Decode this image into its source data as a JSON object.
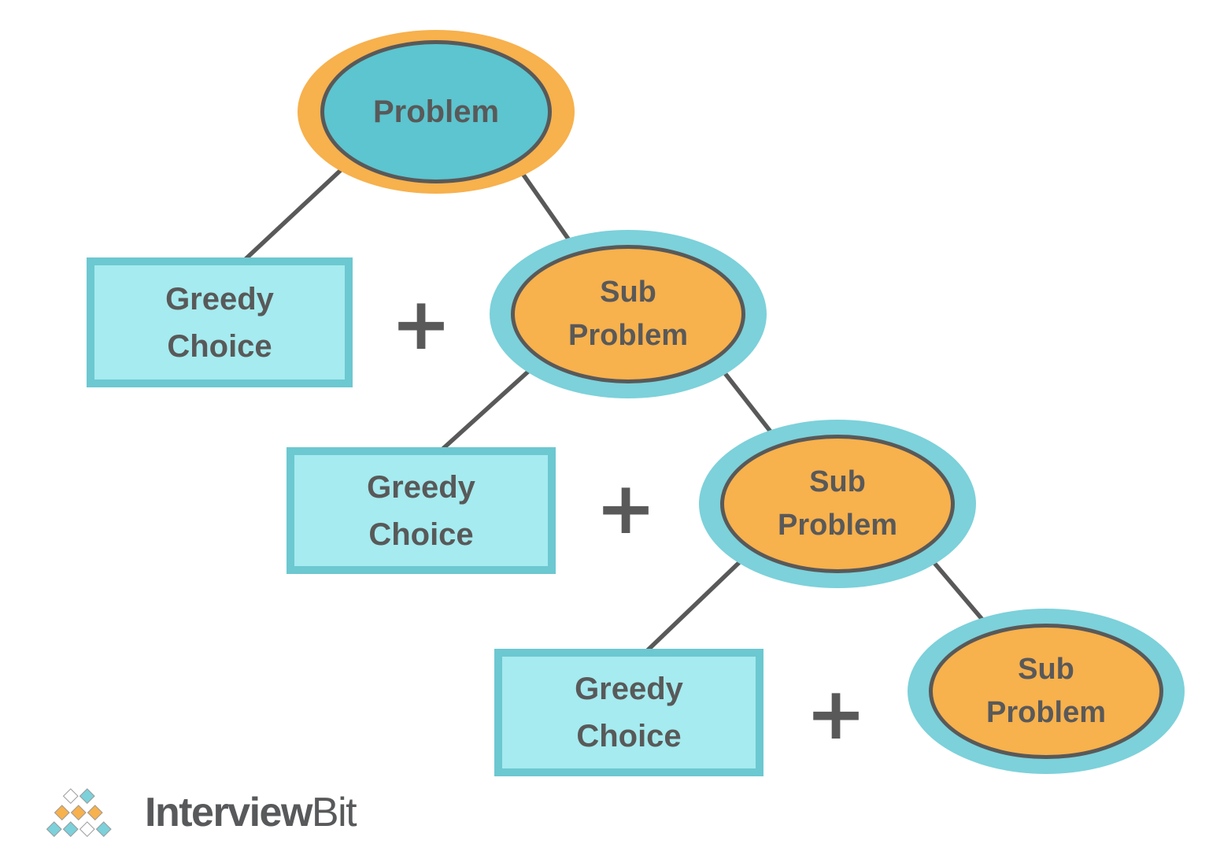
{
  "theme": {
    "orange": "#F7B14D",
    "teal_ring": "#7CD1DA",
    "teal_fill": "#5CC5CF",
    "cyan_fill": "#A5EBEF",
    "cyan_border": "#6CC8D1",
    "ink": "#595959",
    "logo_text": "#58595B",
    "diamond_outline": "#9B9B9B",
    "background": "#FFFFFF"
  },
  "diagram": {
    "nodes": {
      "problem": {
        "label": "Problem",
        "shape": "ellipse",
        "style": "teal-fill-orange-ring"
      },
      "greedy1": {
        "label": "Greedy\nChoice",
        "shape": "rect",
        "style": "cyan"
      },
      "sub1": {
        "label": "Sub\nProblem",
        "shape": "ellipse",
        "style": "orange-fill-teal-ring"
      },
      "greedy2": {
        "label": "Greedy\nChoice",
        "shape": "rect",
        "style": "cyan"
      },
      "sub2": {
        "label": "Sub\nProblem",
        "shape": "ellipse",
        "style": "orange-fill-teal-ring"
      },
      "greedy3": {
        "label": "Greedy\nChoice",
        "shape": "rect",
        "style": "cyan"
      },
      "sub3": {
        "label": "Sub\nProblem",
        "shape": "ellipse",
        "style": "orange-fill-teal-ring"
      }
    },
    "operators": [
      {
        "symbol": "+"
      },
      {
        "symbol": "+"
      },
      {
        "symbol": "+"
      }
    ],
    "edges": [
      {
        "from": "problem",
        "to": "greedy1"
      },
      {
        "from": "problem",
        "to": "sub1"
      },
      {
        "from": "sub1",
        "to": "greedy2"
      },
      {
        "from": "sub1",
        "to": "sub2"
      },
      {
        "from": "sub2",
        "to": "greedy3"
      },
      {
        "from": "sub2",
        "to": "sub3"
      }
    ]
  },
  "logo": {
    "brand_primary": "Interview",
    "brand_secondary": "Bit",
    "pyramid_rows": [
      [
        "white",
        "teal"
      ],
      [
        "orange",
        "orange",
        "orange"
      ],
      [
        "teal",
        "teal",
        "white",
        "teal"
      ]
    ]
  }
}
